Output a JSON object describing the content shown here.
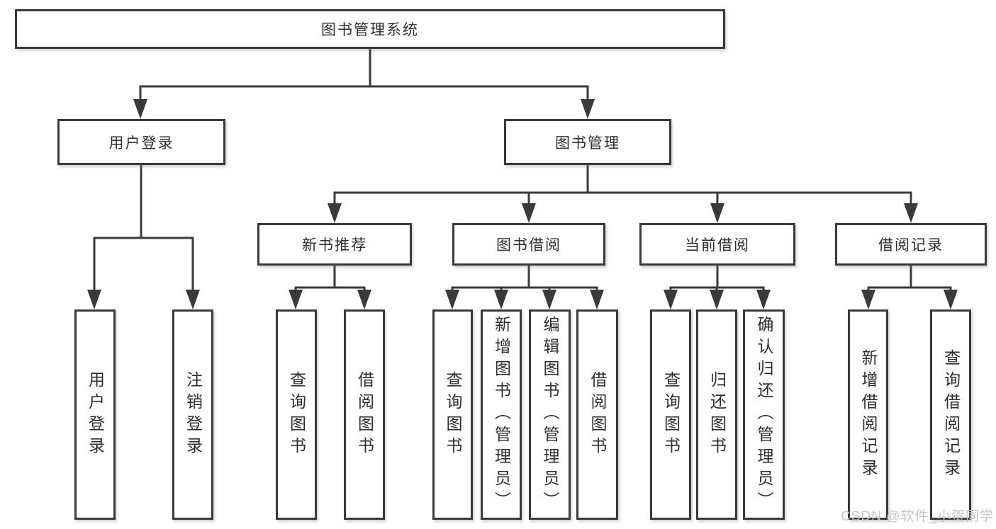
{
  "colors": {
    "line": "#3a3a3a",
    "text": "#2e2e2e",
    "node_bg": "#ffffff",
    "page_bg": "#ffffff",
    "watermark": "#c6c6c6"
  },
  "diagram": {
    "root_label": "图书管理系统",
    "user_login": {
      "label": "用户登录",
      "children": [
        "用户登录",
        "注销登录"
      ]
    },
    "book_management": {
      "label": "图书管理",
      "new_book_recommend": {
        "label": "新书推荐",
        "children": [
          "查询图书",
          "借阅图书"
        ]
      },
      "book_borrowing": {
        "label": "图书借阅",
        "children": [
          "查询图书",
          "新增图书（管理员）",
          "编辑图书（管理员）",
          "借阅图书"
        ]
      },
      "current_borrowing": {
        "label": "当前借阅",
        "children": [
          "查询图书",
          "归还图书",
          "确认归还（管理员）"
        ]
      },
      "borrowing_records": {
        "label": "借阅记录",
        "children": [
          "新增借阅记录",
          "查询借阅记录"
        ]
      }
    }
  },
  "watermark": {
    "text": "CSDN @软件_小贺同学"
  }
}
